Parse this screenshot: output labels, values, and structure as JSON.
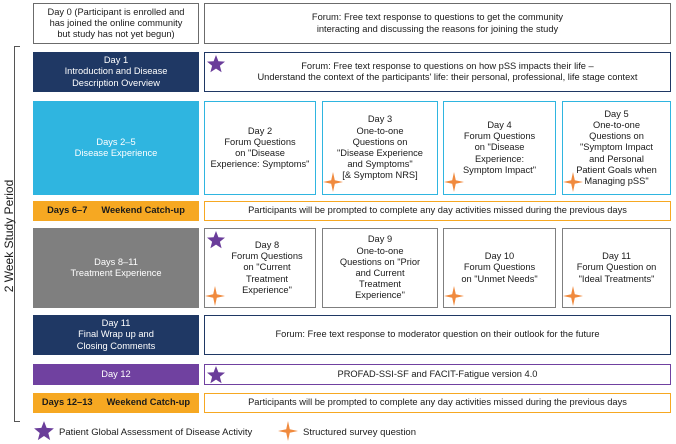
{
  "period_label": "2 Week Study Period",
  "rows": [
    {
      "label": [
        "Day 0 (Participant is enrolled and",
        "has joined the online community",
        "but study has not yet begun)"
      ],
      "activities": [
        {
          "lines": [
            "Forum: Free text response to questions to get the community",
            "interacting and discussing the reasons for joining the study"
          ]
        }
      ]
    },
    {
      "label": [
        "Day 1",
        "Introduction and Disease",
        "Description Overview"
      ],
      "activities": [
        {
          "lines": [
            "Forum: Free text response to questions on how pSS impacts their life –",
            "Understand the context of the participants' life: their personal, professional, life stage context"
          ],
          "icons": [
            "star"
          ]
        }
      ]
    },
    {
      "label": [
        "Days 2–5",
        "Disease Experience"
      ],
      "activities": [
        {
          "lines": [
            "Day 2",
            "Forum Questions",
            "on \"Disease",
            "Experience: Symptoms\""
          ]
        },
        {
          "lines": [
            "Day 3",
            "One-to-one",
            "Questions on",
            "\"Disease Experience",
            "and Symptoms\"",
            "[& Symptom NRS]"
          ],
          "icons": [
            "cross"
          ]
        },
        {
          "lines": [
            "Day 4",
            "Forum Questions",
            "on \"Disease",
            "Experience:",
            "Symptom Impact\""
          ],
          "icons": [
            "cross"
          ]
        },
        {
          "lines": [
            "Day 5",
            "One-to-one",
            "Questions on",
            "\"Symptom Impact",
            "and Personal",
            "Patient Goals when",
            "Managing pSS\""
          ],
          "icons": [
            "cross"
          ]
        }
      ]
    },
    {
      "label": [
        "Days 6–7",
        "Weekend Catch-up"
      ],
      "activities": [
        {
          "lines": [
            "Participants will be prompted to complete any day activities missed during the previous days"
          ]
        }
      ]
    },
    {
      "label": [
        "Days 8–11",
        "Treatment Experience"
      ],
      "activities": [
        {
          "lines": [
            "Day 8",
            "Forum Questions",
            "on \"Current",
            "Treatment",
            "Experience\""
          ],
          "icons": [
            "star",
            "cross"
          ]
        },
        {
          "lines": [
            "Day 9",
            "One-to-one",
            "Questions on \"Prior",
            "and Current",
            "Treatment",
            "Experience\""
          ]
        },
        {
          "lines": [
            "Day 10",
            "Forum Questions",
            "on \"Unmet Needs\""
          ],
          "icons": [
            "cross"
          ]
        },
        {
          "lines": [
            "Day 11",
            "Forum Question on",
            "\"Ideal Treatments\""
          ],
          "icons": [
            "cross"
          ]
        }
      ]
    },
    {
      "label": [
        "Day 11",
        "Final Wrap up and",
        "Closing Comments"
      ],
      "activities": [
        {
          "lines": [
            "Forum: Free text response to moderator question on their outlook for the future"
          ]
        }
      ]
    },
    {
      "label": [
        "Day 12"
      ],
      "activities": [
        {
          "lines": [
            "PROFAD-SSI-SF and FACIT-Fatigue version 4.0"
          ],
          "icons": [
            "star"
          ]
        }
      ]
    },
    {
      "label": [
        "Days 12–13",
        "Weekend Catch-up"
      ],
      "activities": [
        {
          "lines": [
            "Participants will be prompted to complete any day activities missed during the previous days"
          ]
        }
      ]
    }
  ],
  "legend": {
    "star": "Patient Global Assessment of Disease Activity",
    "cross": "Structured survey question"
  },
  "colors": {
    "navy": "#1f3864",
    "cyan": "#2fb5e0",
    "grey": "#7f7f7f",
    "purple": "#7041a0",
    "gold": "#f6a822",
    "star": "#6a3d9a",
    "cross": "#f08a3e"
  }
}
